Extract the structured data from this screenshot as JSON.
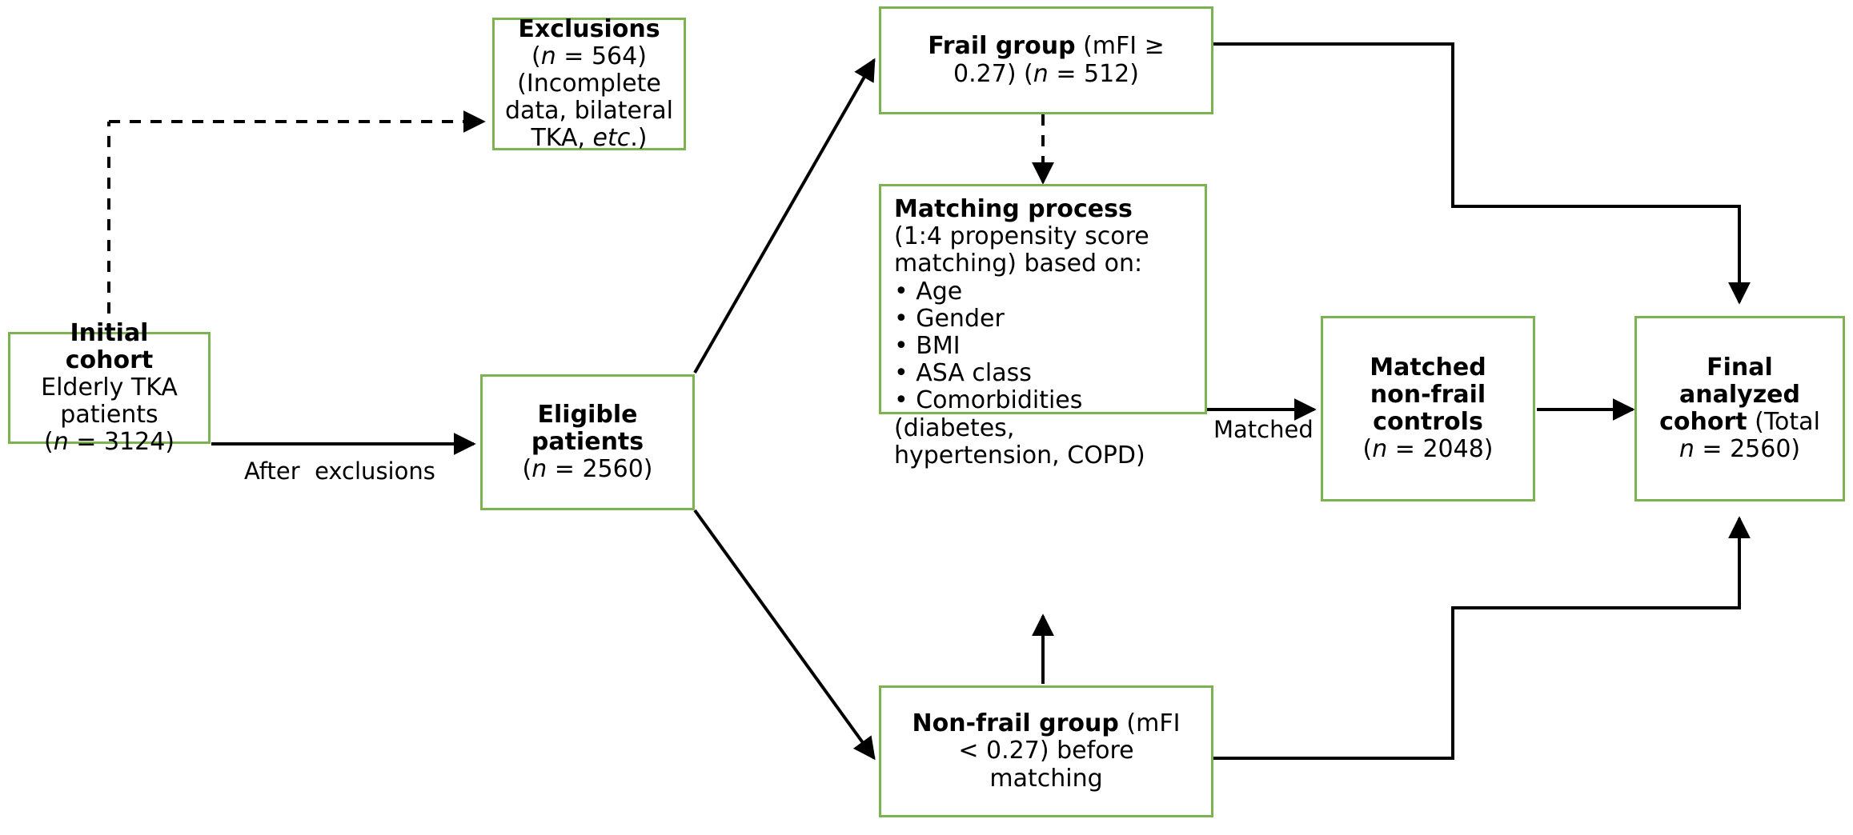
{
  "diagram": {
    "title": "TKA frailty study CONSORT-style flow diagram",
    "accent_color": "#7cb24f",
    "line_color": "#000000",
    "background": "#ffffff"
  },
  "nodes": {
    "initial_cohort": {
      "name": "Initial cohort",
      "lines": [
        {
          "text": "Initial",
          "bold": true
        },
        {
          "text": "cohort",
          "bold": true
        },
        {
          "text": "Elderly TKA"
        },
        {
          "text": "patients"
        },
        {
          "text": "(n = 3124)",
          "italic_n": true
        }
      ]
    },
    "exclusions": {
      "name": "Exclusions",
      "lines": [
        {
          "text": "Exclusions",
          "bold": true
        },
        {
          "text": "(n = 564)",
          "italic_n": true
        },
        {
          "text": "(Incomplete"
        },
        {
          "text": "data, bilateral"
        },
        {
          "text": "TKA, etc.)",
          "italic_etc": true
        }
      ]
    },
    "eligible_patients": {
      "name": "Eligible patients",
      "lines": [
        {
          "text": "Eligible",
          "bold": true
        },
        {
          "text": "patients",
          "bold": true
        },
        {
          "text": "(n = 2560)",
          "italic_n": true
        }
      ]
    },
    "frail_group": {
      "name": "Frail group",
      "lines": [
        {
          "bold_part": "Frail group",
          "rest": " (mFI ≥"
        },
        {
          "text": "0.27) (n = 512)",
          "italic_n": true
        }
      ]
    },
    "non_frail_group": {
      "name": "Non-frail group before matching",
      "lines": [
        {
          "bold_part": "Non-frail group",
          "rest": " (mFI"
        },
        {
          "text": "< 0.27) before"
        },
        {
          "text": "matching"
        }
      ]
    },
    "matching_process": {
      "name": "Matching process",
      "lines": [
        {
          "text": "Matching process",
          "bold": true
        },
        {
          "text": "(1:4 propensity score"
        },
        {
          "text": "matching) based on:"
        },
        {
          "text": "• Age"
        },
        {
          "text": "• Gender"
        },
        {
          "text": "• BMI"
        },
        {
          "text": "• ASA class"
        },
        {
          "text": "• Comorbidities"
        },
        {
          "text": "(diabetes,"
        },
        {
          "text": "hypertension, COPD)"
        }
      ]
    },
    "matched_controls": {
      "name": "Matched non-frail controls",
      "lines": [
        {
          "text": "Matched",
          "bold": true
        },
        {
          "text": "non-frail",
          "bold": true
        },
        {
          "text": "controls",
          "bold": true
        },
        {
          "text": "(n = 2048)",
          "italic_n": true
        }
      ]
    },
    "final_cohort": {
      "name": "Final analyzed cohort",
      "lines": [
        {
          "text": "Final",
          "bold": true
        },
        {
          "text": "analyzed",
          "bold": true
        },
        {
          "bold_part": "cohort",
          "rest": " (Total"
        },
        {
          "text": "n = 2560)",
          "italic_n": true
        }
      ]
    }
  },
  "edge_labels": {
    "after_exclusions": "After  exclusions",
    "matched": "Matched"
  },
  "text": {
    "initial_l1": "Initial",
    "initial_l2": "cohort",
    "initial_l3": "Elderly TKA",
    "initial_l4": "patients",
    "initial_n_open": "(",
    "initial_n_italic": "n",
    "initial_n_rest": " = 3124)",
    "excl_l1": "Exclusions",
    "excl_n_open": "(",
    "excl_n_italic": "n",
    "excl_n_rest": " = 564)",
    "excl_l3": "(Incomplete",
    "excl_l4": "data, bilateral",
    "excl_l5a": "TKA, ",
    "excl_l5b": "etc",
    "excl_l5c": ".)",
    "elig_l1": "Eligible",
    "elig_l2": "patients",
    "elig_n_open": "(",
    "elig_n_italic": "n",
    "elig_n_rest": " = 2560)",
    "frail_bold": "Frail group",
    "frail_rest": " (mFI ≥",
    "frail_l2a": "0.27) (",
    "frail_l2_italic": "n",
    "frail_l2b": " = 512)",
    "nonfrail_bold": "Non-frail group",
    "nonfrail_rest": " (mFI",
    "nonfrail_l2": "< 0.27) before",
    "nonfrail_l3": "matching",
    "match_l1": "Matching process",
    "match_l2": "(1:4 propensity score",
    "match_l3": "matching) based on:",
    "match_b1": "• Age",
    "match_b2": "• Gender",
    "match_b3": "• BMI",
    "match_b4": "• ASA class",
    "match_b5": "• Comorbidities",
    "match_l9": "(diabetes,",
    "match_l10": "hypertension, COPD)",
    "ctrl_l1": "Matched",
    "ctrl_l2": "non-frail",
    "ctrl_l3": "controls",
    "ctrl_n_open": "(",
    "ctrl_n_italic": "n",
    "ctrl_n_rest": " = 2048)",
    "final_l1": "Final",
    "final_l2": "analyzed",
    "final_bold3": "cohort",
    "final_rest3": " (Total",
    "final_n_italic": "n",
    "final_n_rest": " = 2560)",
    "lbl_after_exclusions": "After  exclusions",
    "lbl_matched": "Matched"
  }
}
